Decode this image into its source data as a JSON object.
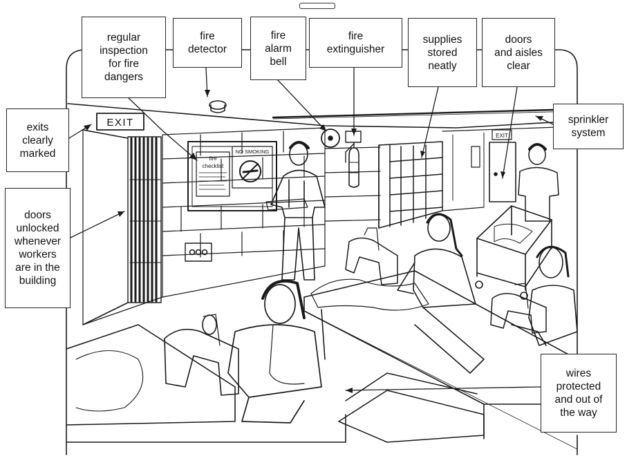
{
  "labels": {
    "inspection": "regular\ninspection\nfor fire\ndangers",
    "detector": "fire\ndetector",
    "alarm": "fire\nalarm\nbell",
    "extinguisher": "fire\nextinguisher",
    "supplies": "supplies\nstored\nneatly",
    "doors_clear": "doors\nand aisles\nclear",
    "exits": "exits\nclearly\nmarked",
    "sprinkler": "sprinkler\nsystem",
    "unlocked": "doors\nunlocked\nwhenever\nworkers\nare in the\nbuilding",
    "wires": "wires\nprotected\nand out of\nthe way"
  },
  "signs": {
    "exit_main": "EXIT",
    "exit_small": "EXIT",
    "no_smoking": "NO SMOKING",
    "checklist": "fire\nchecklist"
  }
}
